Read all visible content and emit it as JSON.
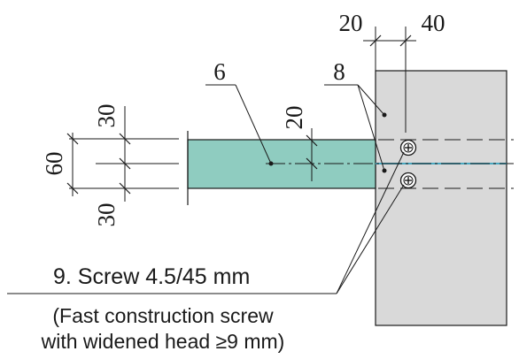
{
  "colors": {
    "stud": "#d9d9d9",
    "board": "#8fccc0",
    "line": "#1a1a1a",
    "joint": "#4aa8c0"
  },
  "dimensions": {
    "top_left": "20",
    "top_right": "40",
    "left_total": "60",
    "left_upper": "30",
    "left_lower": "30",
    "gap": "20"
  },
  "labels": {
    "part_6": "6",
    "part_8": "8",
    "screw_title": "9. Screw 4.5/45 mm",
    "screw_note_line1": "(Fast construction screw",
    "screw_note_line2": "with widened head ≥9 mm)"
  }
}
